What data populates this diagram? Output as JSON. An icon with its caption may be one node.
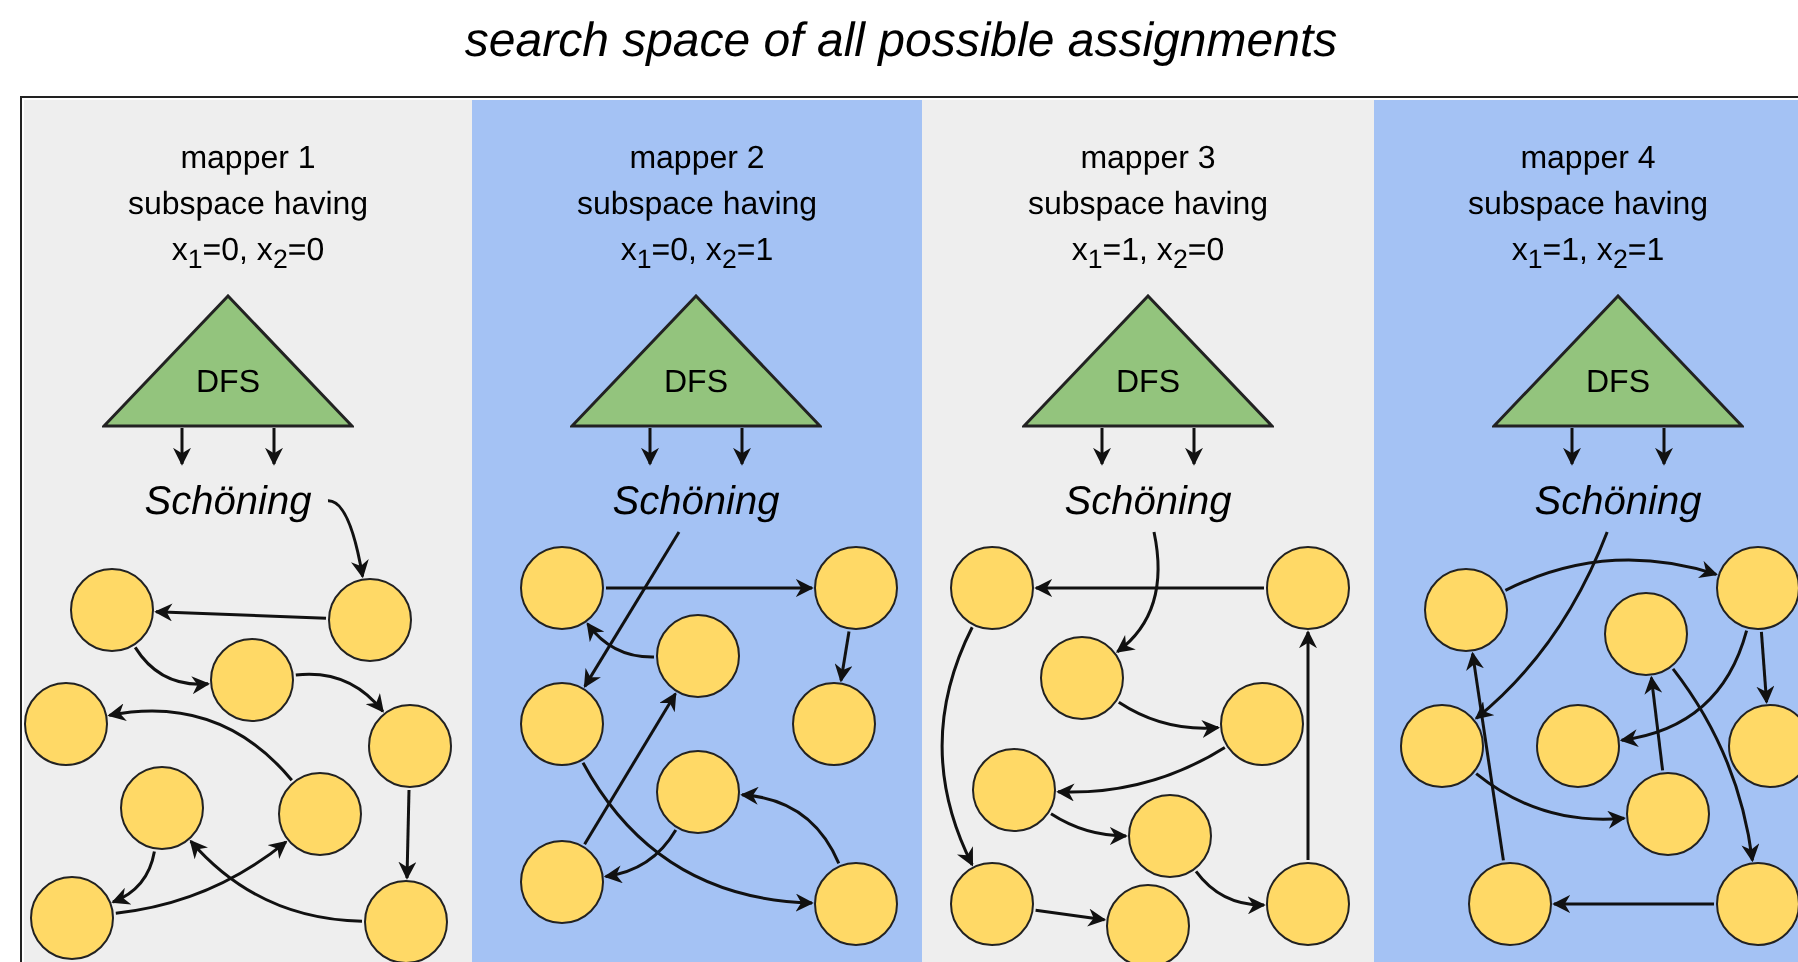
{
  "diagram": {
    "nodes": [
      {
        "text": [
          "search space of all possible assignments"
        ]
      },
      {
        "text": [
          "mapper 1 subspace having x$_{1}$=0, x$_{2}$=0"
        ],
        "in": 0
      },
      {
        "text": [
          "DFS"
        ],
        "in": 1
      },
      {
        "text": [
          "Schöning"
        ],
        "in": 1
      },
      {
        "text": [],
        "shape": "circle",
        "in": 1
      },
      {
        "text": [],
        "shape": "circle",
        "in": 1
      },
      {
        "text": [],
        "shape": "circle",
        "in": 1
      },
      {
        "text": [],
        "shape": "circle",
        "in": 1
      },
      {
        "text": [],
        "shape": "circle",
        "in": 1
      },
      {
        "text": [],
        "shape": "circle",
        "in": 1
      },
      {
        "text": [],
        "shape": "circle",
        "in": 1
      },
      {
        "text": [],
        "shape": "circle",
        "in": 1
      },
      {
        "text": [],
        "shape": "circle",
        "in": 1
      },
      {
        "text": [
          "mapper 2 subspace having x$_{1}$=0, x$_{2}$=1"
        ],
        "in": 0
      },
      {
        "text": [
          "DFS"
        ],
        "in": 13
      },
      {
        "text": [
          "Schöning"
        ],
        "in": 13
      },
      {
        "text": [],
        "shape": "circle",
        "in": 13
      },
      {
        "text": [],
        "shape": "circle",
        "in": 13
      },
      {
        "text": [],
        "shape": "circle",
        "in": 13
      },
      {
        "text": [],
        "shape": "circle",
        "in": 13
      },
      {
        "text": [],
        "shape": "circle",
        "in": 13
      },
      {
        "text": [],
        "shape": "circle",
        "in": 13
      },
      {
        "text": [],
        "shape": "circle",
        "in": 13
      },
      {
        "text": [],
        "shape": "circle",
        "in": 13
      },
      {
        "text": [
          "mapper 3 subspace having x$_{1}$=1, x$_{2}$=0"
        ],
        "in": 0
      },
      {
        "text": [
          "DFS"
        ],
        "in": 24
      },
      {
        "text": [
          "Schöning"
        ],
        "in": 24
      },
      {
        "text": [],
        "shape": "circle",
        "in": 24
      },
      {
        "text": [],
        "shape": "circle",
        "in": 24
      },
      {
        "text": [],
        "shape": "circle",
        "in": 24
      },
      {
        "text": [],
        "shape": "circle",
        "in": 24
      },
      {
        "text": [],
        "shape": "circle",
        "in": 24
      },
      {
        "text": [],
        "shape": "circle",
        "in": 24
      },
      {
        "text": [],
        "shape": "circle",
        "in": 24
      },
      {
        "text": [],
        "shape": "circle",
        "in": 24
      },
      {
        "text": [],
        "shape": "circle",
        "in": 24
      },
      {
        "text": [
          "mapper 4 subspace having x$_{1}$=1, x$_{2}$=1"
        ],
        "in": 0
      },
      {
        "text": [
          "DFS"
        ],
        "in": 36
      },
      {
        "text": [
          "Schöning"
        ],
        "in": 36
      },
      {
        "text": [],
        "shape": "circle",
        "in": 36
      },
      {
        "text": [],
        "shape": "circle",
        "in": 36
      },
      {
        "text": [],
        "shape": "circle",
        "in": 36
      },
      {
        "text": [],
        "shape": "circle",
        "in": 36
      },
      {
        "text": [],
        "shape": "circle",
        "in": 36
      },
      {
        "text": [],
        "shape": "circle",
        "in": 36
      },
      {
        "text": [],
        "shape": "circle",
        "in": 36
      },
      {
        "text": [],
        "shape": "circle",
        "in": 36
      },
      {
        "text": [],
        "shape": "circle",
        "in": 36
      }
    ],
    "edges": [
      {
        "from": 2,
        "to": 3,
        "arrow": "to"
      },
      {
        "from": 2,
        "to": 3,
        "arrow": "to"
      },
      {
        "from": 3,
        "to": 5,
        "arrow": "to"
      },
      {
        "from": 5,
        "to": 4,
        "arrow": "to"
      },
      {
        "from": 4,
        "to": 6,
        "arrow": "to"
      },
      {
        "from": 6,
        "to": 8,
        "arrow": "to"
      },
      {
        "from": 10,
        "to": 7,
        "arrow": "to"
      },
      {
        "from": 8,
        "to": 12,
        "arrow": "to"
      },
      {
        "from": 9,
        "to": 11,
        "arrow": "to"
      },
      {
        "from": 11,
        "to": 10,
        "arrow": "to"
      },
      {
        "from": 12,
        "to": 9,
        "arrow": "to"
      },
      {
        "from": 14,
        "to": 15,
        "arrow": "to"
      },
      {
        "from": 14,
        "to": 15,
        "arrow": "to"
      },
      {
        "from": 15,
        "to": 19,
        "arrow": "to"
      },
      {
        "from": 16,
        "to": 17,
        "arrow": "to"
      },
      {
        "from": 18,
        "to": 16,
        "arrow": "to"
      },
      {
        "from": 17,
        "to": 20,
        "arrow": "to"
      },
      {
        "from": 22,
        "to": 18,
        "arrow": "to"
      },
      {
        "from": 19,
        "to": 23,
        "arrow": "to"
      },
      {
        "from": 21,
        "to": 22,
        "arrow": "to"
      },
      {
        "from": 23,
        "to": 21,
        "arrow": "to"
      },
      {
        "from": 25,
        "to": 26,
        "arrow": "to"
      },
      {
        "from": 25,
        "to": 26,
        "arrow": "to"
      },
      {
        "from": 26,
        "to": 29,
        "arrow": "to"
      },
      {
        "from": 28,
        "to": 27,
        "arrow": "to"
      },
      {
        "from": 27,
        "to": 33,
        "arrow": "to"
      },
      {
        "from": 29,
        "to": 30,
        "arrow": "to"
      },
      {
        "from": 30,
        "to": 31,
        "arrow": "to"
      },
      {
        "from": 31,
        "to": 32,
        "arrow": "to"
      },
      {
        "from": 33,
        "to": 34,
        "arrow": "to"
      },
      {
        "from": 32,
        "to": 35,
        "arrow": "to"
      },
      {
        "from": 35,
        "to": 28,
        "arrow": "to"
      },
      {
        "from": 37,
        "to": 38,
        "arrow": "to"
      },
      {
        "from": 37,
        "to": 38,
        "arrow": "to"
      },
      {
        "from": 38,
        "to": 42,
        "arrow": "to"
      },
      {
        "from": 39,
        "to": 40,
        "arrow": "to"
      },
      {
        "from": 40,
        "to": 43,
        "arrow": "to"
      },
      {
        "from": 40,
        "to": 44,
        "arrow": "to"
      },
      {
        "from": 45,
        "to": 41,
        "arrow": "to"
      },
      {
        "from": 42,
        "to": 45,
        "arrow": "to"
      },
      {
        "from": 41,
        "to": 47,
        "arrow": "to"
      },
      {
        "from": 46,
        "to": 39,
        "arrow": "to"
      },
      {
        "from": 47,
        "to": 46,
        "arrow": "to"
      }
    ]
  }
}
